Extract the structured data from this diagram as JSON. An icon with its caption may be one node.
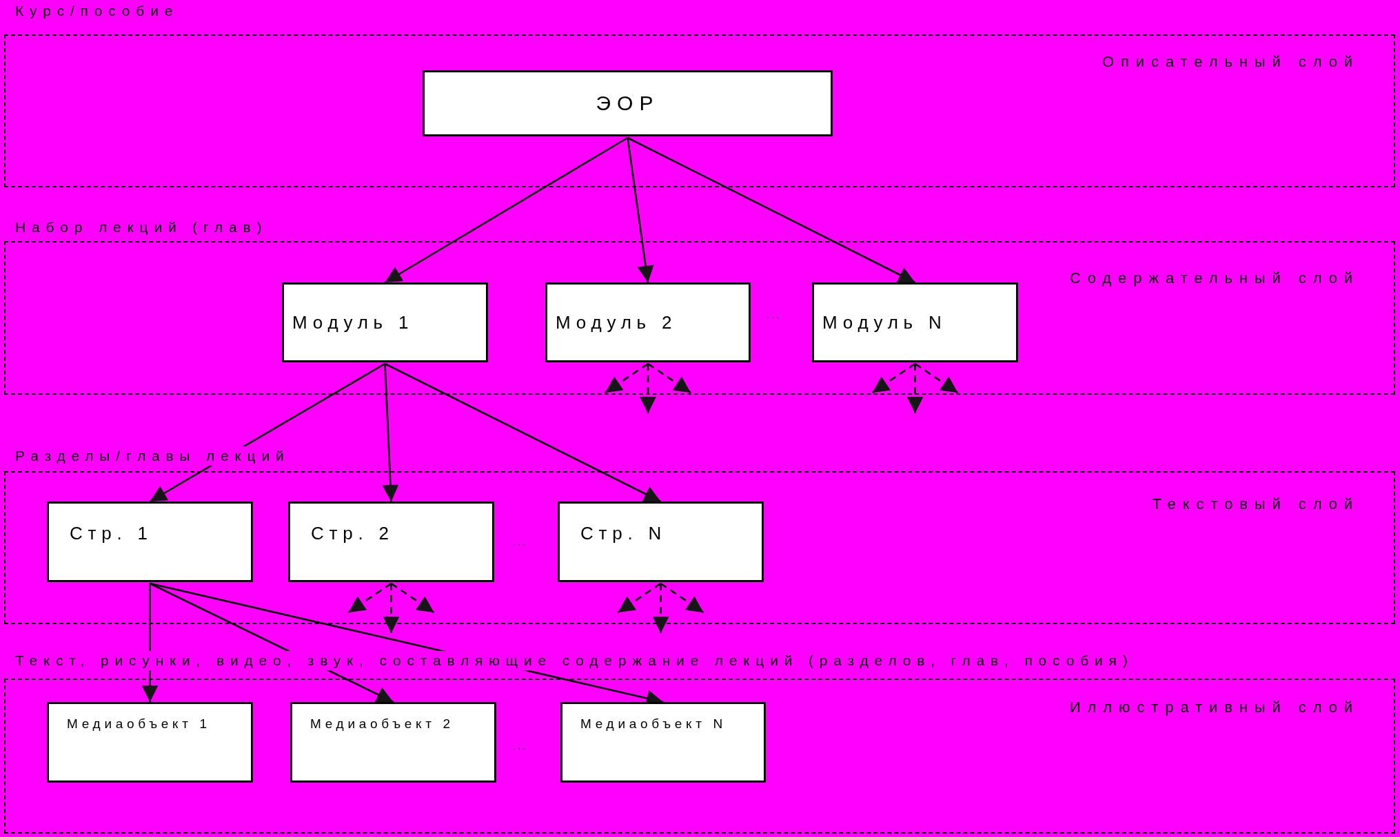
{
  "diagram": {
    "nodes": [
      {
        "text": [
          "Курс/пособие",
          "Описательный слой"
        ]
      },
      {
        "text": [
          "ЭОР"
        ],
        "in": 0
      },
      {
        "text": [
          "Набор лекций (глав)",
          "Содержательный слой"
        ]
      },
      {
        "text": [
          "Модуль 1"
        ],
        "in": 2
      },
      {
        "text": [
          "Модуль 2"
        ],
        "in": 2
      },
      {
        "text": [
          "Модуль N"
        ],
        "in": 2
      },
      {
        "text": [
          "Разделы/главы лекций",
          "Текстовый слой"
        ]
      },
      {
        "text": [
          "Стр. 1"
        ],
        "in": 6
      },
      {
        "text": [
          "Стр. 2"
        ],
        "in": 6
      },
      {
        "text": [
          "Стр. N"
        ],
        "in": 6
      },
      {
        "text": [
          "Текст, рисунки, видео, звук, составляющие содержание лекций (разделов, глав, пособия)",
          "Иллюстративный слой"
        ]
      },
      {
        "text": [
          "Медиаобъект 1"
        ],
        "in": 10
      },
      {
        "text": [
          "Медиаобъект 2"
        ],
        "in": 10
      },
      {
        "text": [
          "Медиаобъект N"
        ],
        "in": 10
      }
    ],
    "edges": [
      {
        "from": 1,
        "to": 3,
        "arrow": "to"
      },
      {
        "from": 1,
        "to": 4,
        "arrow": "to"
      },
      {
        "from": 1,
        "to": 5,
        "arrow": "to"
      },
      {
        "from": 3,
        "to": 7,
        "arrow": "to"
      },
      {
        "from": 3,
        "to": 8,
        "arrow": "to"
      },
      {
        "from": 3,
        "to": 9,
        "arrow": "to"
      },
      {
        "from": 7,
        "to": 11,
        "arrow": "to"
      },
      {
        "from": 7,
        "to": 12,
        "arrow": "to"
      },
      {
        "from": 7,
        "to": 13,
        "arrow": "to"
      },
      {
        "from": 4,
        "to": null,
        "arrow": "to",
        "style": "dashed"
      },
      {
        "from": 4,
        "to": null,
        "arrow": "to",
        "style": "dashed"
      },
      {
        "from": 4,
        "to": null,
        "arrow": "to",
        "style": "dashed"
      },
      {
        "from": 5,
        "to": null,
        "arrow": "to",
        "style": "dashed"
      },
      {
        "from": 5,
        "to": null,
        "arrow": "to",
        "style": "dashed"
      },
      {
        "from": 5,
        "to": null,
        "arrow": "to",
        "style": "dashed"
      },
      {
        "from": 8,
        "to": null,
        "arrow": "to",
        "style": "dashed"
      },
      {
        "from": 8,
        "to": null,
        "arrow": "to",
        "style": "dashed"
      },
      {
        "from": 8,
        "to": null,
        "arrow": "to",
        "style": "dashed"
      },
      {
        "from": 9,
        "to": null,
        "arrow": "to",
        "style": "dashed"
      },
      {
        "from": 9,
        "to": null,
        "arrow": "to",
        "style": "dashed"
      },
      {
        "from": 9,
        "to": null,
        "arrow": "to",
        "style": "dashed"
      }
    ],
    "labels": [
      "...",
      "...",
      "..."
    ]
  }
}
